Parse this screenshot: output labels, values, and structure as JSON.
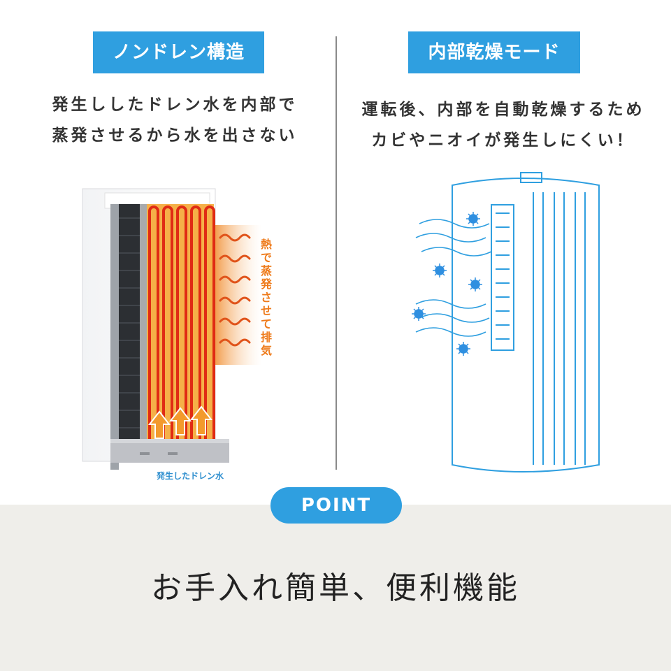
{
  "left": {
    "badge": "ノンドレン構造",
    "desc_line1": "発生ししたドレン水を内部で",
    "desc_line2": "蒸発させるから水を出さない",
    "vertical_label": "熱で蒸発させて排気",
    "caption": "発生したドレン水"
  },
  "right": {
    "badge": "内部乾燥モード",
    "desc_line1": "運転後、内部を自動乾燥するため",
    "desc_line2": "カビやニオイが発生しにくい！"
  },
  "point_label": "POINT",
  "headline": "お手入れ簡単、便利機能",
  "colors": {
    "accent": "#2f9fe0",
    "bottom_bg": "#efeeea",
    "heat": "#e02b14"
  }
}
